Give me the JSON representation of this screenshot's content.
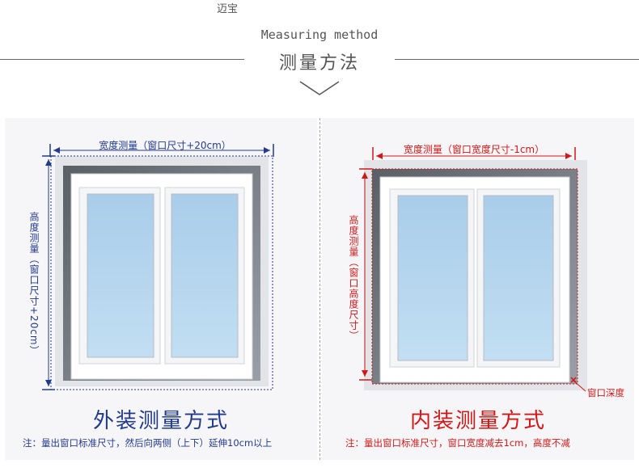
{
  "header": {
    "brand": "迈宝",
    "title_en": "Measuring method",
    "title_cn": "测量方法"
  },
  "left": {
    "width_label": "宽度测量（窗口尺寸+20cm）",
    "height_label": "高度测量（窗口尺寸+20cm）",
    "title": "外装测量方式",
    "note": "注：量出窗口标准尺寸，然后向两侧（上下）延伸10cm以上",
    "color": "#223a8c"
  },
  "right": {
    "width_label": "宽度测量（窗口宽度尺寸-1cm）",
    "height_label": "高度测量（窗口高度尺寸）",
    "depth_label": "窗口深度",
    "title": "内装测量方式",
    "note": "注：量出窗口标准尺寸，窗口宽度减去1cm，高度不减",
    "color": "#d01818"
  }
}
